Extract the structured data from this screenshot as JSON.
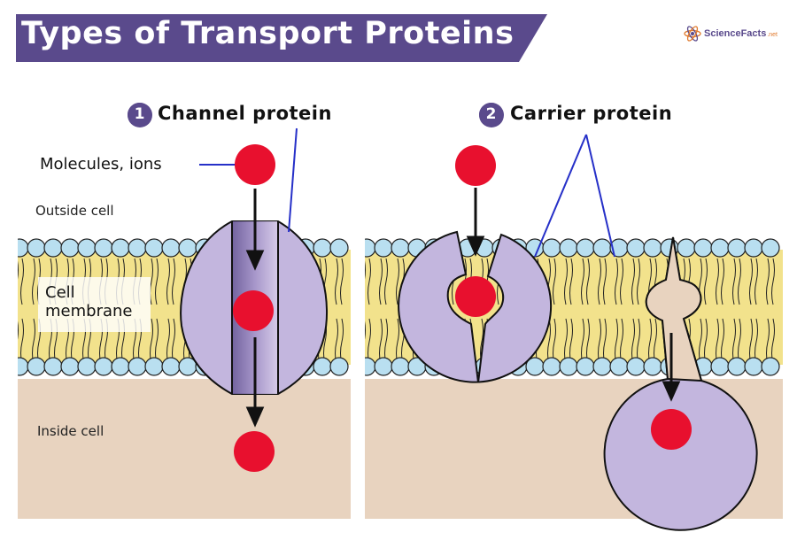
{
  "title": "Types of Transport Proteins",
  "logo": {
    "name": "ScienceFacts",
    "tld": ".net",
    "icon": "atom-icon"
  },
  "channel": {
    "number": "1",
    "heading": "Channel protein"
  },
  "carrier": {
    "number": "2",
    "heading": "Carrier protein"
  },
  "labels": {
    "molecules": "Molecules, ions",
    "outside": "Outside cell",
    "membrane_line1": "Cell",
    "membrane_line2": "membrane",
    "inside": "Inside cell"
  },
  "colors": {
    "banner": "#5a4a8c",
    "protein": "#c3b6de",
    "protein_outline": "#111111",
    "molecule": "#e8102e",
    "lipid_head": "#b9dff0",
    "lipid_tail": "#f2e28c",
    "cytoplasm": "#e8d3bf",
    "pointer_line": "#2630c8"
  }
}
